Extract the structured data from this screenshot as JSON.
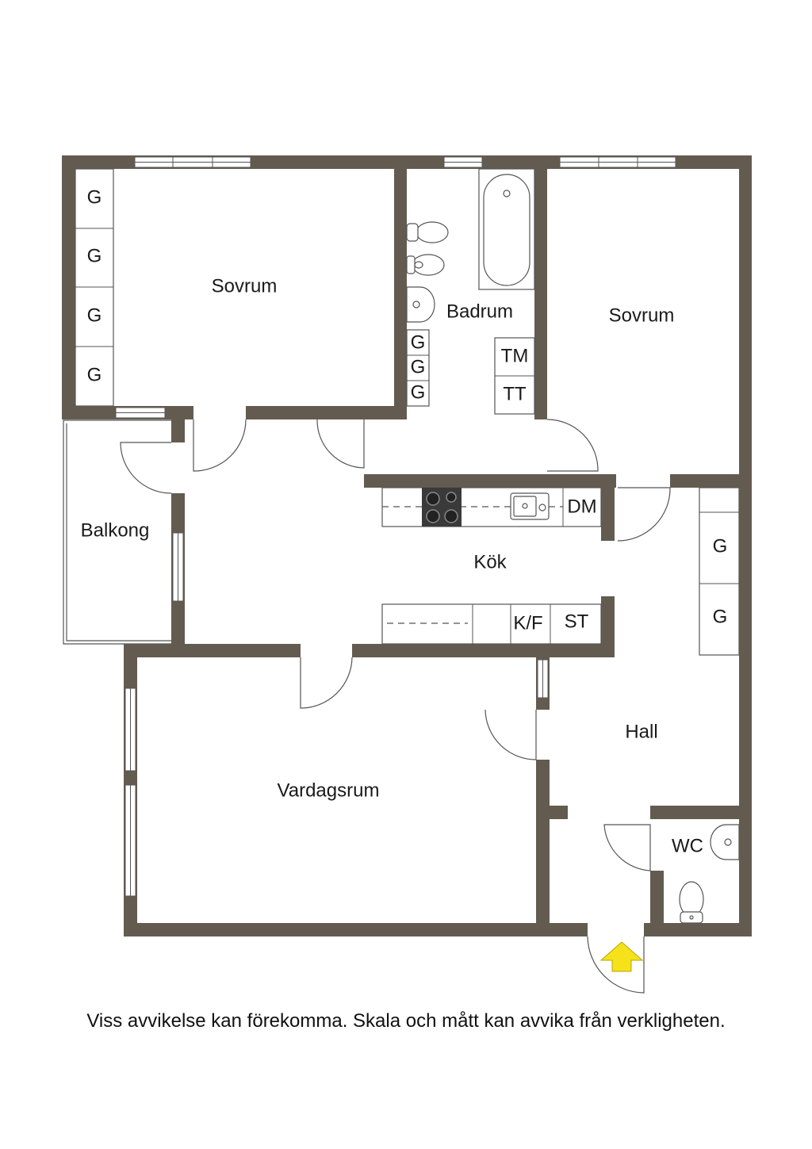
{
  "rooms": {
    "sovrum_left": "Sovrum",
    "badrum": "Badrum",
    "sovrum_right": "Sovrum",
    "balkong": "Balkong",
    "kok": "Kök",
    "hall": "Hall",
    "vardagsrum": "Vardagsrum",
    "wc": "WC"
  },
  "fixtures": {
    "wardrobe": "G",
    "tm": "TM",
    "tt": "TT",
    "dm": "DM",
    "kf": "K/F",
    "st": "ST"
  },
  "footer": {
    "disclaimer": "Viss avvikelse kan förekomma. Skala och mått kan avvika från verkligheten."
  },
  "colors": {
    "wall": "#645b50",
    "entrance_arrow": "#f5e21a"
  }
}
